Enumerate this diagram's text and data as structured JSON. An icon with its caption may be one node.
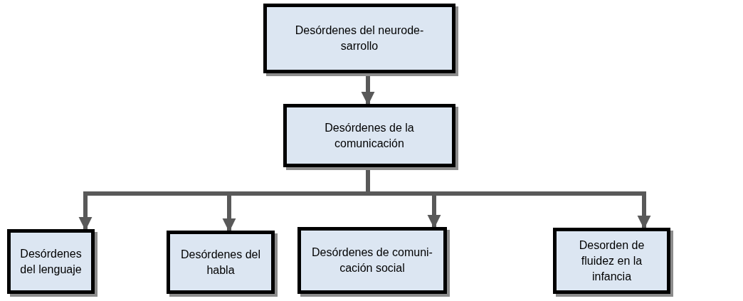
{
  "diagram": {
    "nodes": [
      {
        "text": [
          "Desórdenes del neurode- sarrollo"
        ]
      },
      {
        "text": [
          "Desórdenes de la comunicación"
        ]
      },
      {
        "text": [
          "Desórdenes del lenguaje"
        ]
      },
      {
        "text": [
          "Desórdenes del habla"
        ]
      },
      {
        "text": [
          "Desórdenes de comuni- cación social"
        ]
      },
      {
        "text": [
          "Desorden de fluidez en la infancia"
        ]
      }
    ],
    "edges": [
      {
        "from": 0,
        "to": 1,
        "arrow": "to"
      },
      {
        "from": 1,
        "to": 2,
        "arrow": "to"
      },
      {
        "from": 1,
        "to": 3,
        "arrow": "to"
      },
      {
        "from": 1,
        "to": 4,
        "arrow": "to"
      },
      {
        "from": 1,
        "to": 5,
        "arrow": "to"
      }
    ]
  }
}
